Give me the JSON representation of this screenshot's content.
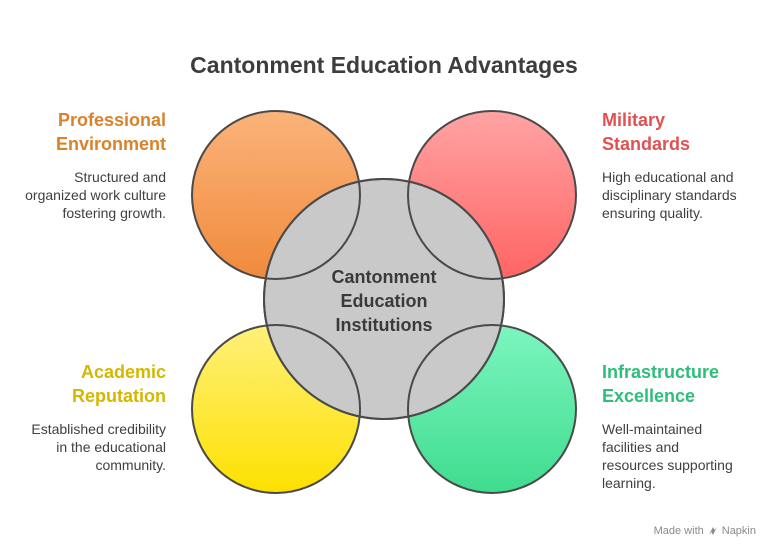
{
  "title": "Cantonment Education Advantages",
  "center": {
    "label": "Cantonment Education Institutions"
  },
  "items": [
    {
      "heading": "Professional Environment",
      "description": "Structured and organized work culture fostering growth.",
      "color": "#d9822b"
    },
    {
      "heading": "Military Standards",
      "description": "High educational and disciplinary standards ensuring quality.",
      "color": "#e05252"
    },
    {
      "heading": "Academic Reputation",
      "description": "Established credibility in the educational community.",
      "color": "#d4b800"
    },
    {
      "heading": "Infrastructure Excellence",
      "description": "Well-maintained facilities and resources supporting learning.",
      "color": "#2ebd7a"
    }
  ],
  "footer": {
    "made_with": "Made with",
    "brand": "Napkin"
  }
}
